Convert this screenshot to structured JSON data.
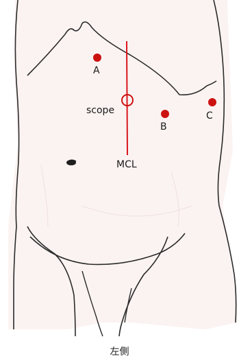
{
  "labels": {
    "point_a": "A",
    "point_b": "B",
    "point_c": "C",
    "scope": "scope",
    "mcl": "MCL"
  },
  "caption": "左側",
  "colors": {
    "port_marker": "#cc1111",
    "mcl_line": "#d8151b",
    "outline": "#2b2b2b",
    "skin_shading": "#f3e8e6"
  },
  "icons": {
    "navel": "navel-icon"
  }
}
